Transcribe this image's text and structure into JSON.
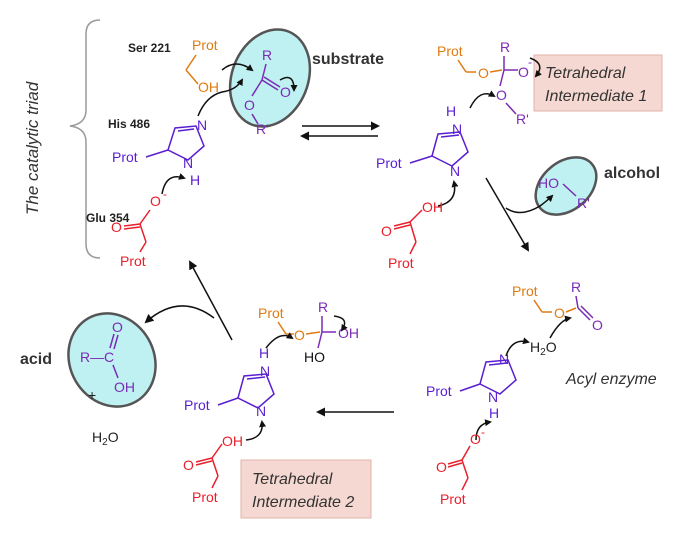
{
  "colors": {
    "serine": "#e07b12",
    "histidine": "#5a1ed0",
    "glutamate": "#e8202c",
    "substrate": "#7a2bb5",
    "black": "#111111",
    "bubble_fill": "#bff0f2",
    "bubble_stroke": "#555555",
    "box_fill": "#f6d8d2",
    "box_stroke": "#e2b2aa",
    "brace": "#9a9a9a"
  },
  "labels": {
    "triad": "The catalytic triad",
    "ser": "Ser 221",
    "his": "His 486",
    "glu": "Glu 354",
    "substrate": "substrate",
    "alcohol": "alcohol",
    "acid": "acid",
    "acyl_enzyme": "Acyl enzyme",
    "ti1_line1": "Tetrahedral",
    "ti1_line2": "Intermediate 1",
    "ti2_line1": "Tetrahedral",
    "ti2_line2": "Intermediate 2",
    "water": "H2O",
    "water_h": "H",
    "water_sub": "2",
    "water_o": "O"
  },
  "atoms": {
    "prot": "Prot",
    "oh": "OH",
    "ho": "HO",
    "o": "O",
    "n": "N",
    "h": "H",
    "r": "R",
    "r_prime": "R'",
    "c": "C",
    "minus": "-",
    "plus": "+",
    "r_dash": "R—"
  }
}
